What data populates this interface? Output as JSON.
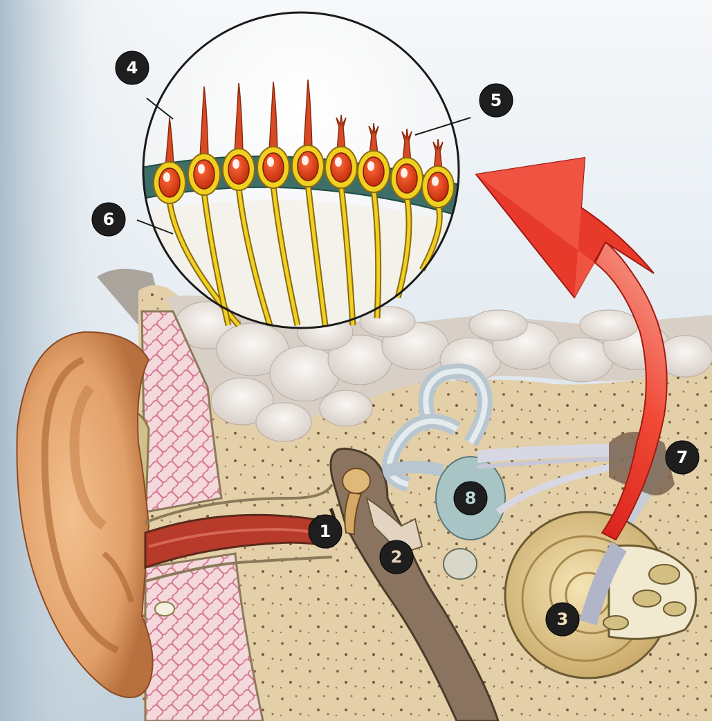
{
  "markers": [
    {
      "id": "1",
      "label": "1",
      "text_color": "#ffffff"
    },
    {
      "id": "2",
      "label": "2",
      "text_color": "#e8d2b8"
    },
    {
      "id": "3",
      "label": "3",
      "text_color": "#f0e0b8"
    },
    {
      "id": "4",
      "label": "4",
      "text_color": "#ffffff"
    },
    {
      "id": "5",
      "label": "5",
      "text_color": "#ffffff"
    },
    {
      "id": "6",
      "label": "6",
      "text_color": "#ffffff"
    },
    {
      "id": "7",
      "label": "7",
      "text_color": "#ffffff"
    },
    {
      "id": "8",
      "label": "8",
      "text_color": "#b8d8d8"
    }
  ],
  "colors": {
    "background_top": "#f4f6f8",
    "background_bottom": "#c8d6e0",
    "skin": "#e3a06a",
    "bone": "#dcc79c",
    "canal": "#b03a2a",
    "arrow": "#e8382a",
    "hair_cell_nucleus": "#d23a12",
    "hair_cell_body": "#f0d020",
    "membrane": "#3e6e68",
    "nerve": "#e0d8e8",
    "cochlea": "#e8d49a",
    "brain_tissue": "#ede6e0"
  },
  "icons": {
    "marker": "numbered-callout-icon",
    "arrow": "curved-up-arrow-icon"
  }
}
